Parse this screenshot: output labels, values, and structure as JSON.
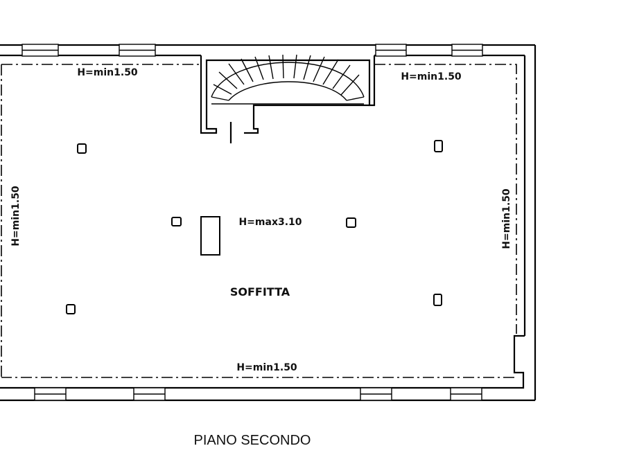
{
  "drawing": {
    "title": "PIANO SECONDO",
    "room_label": "SOFFITTA",
    "height_labels": {
      "top_left": "H=min1.50",
      "top_right": "H=min1.50",
      "bottom": "H=min1.50",
      "left": "H=min1.50",
      "right": "H=min1.50",
      "center": "H=max3.10"
    }
  }
}
